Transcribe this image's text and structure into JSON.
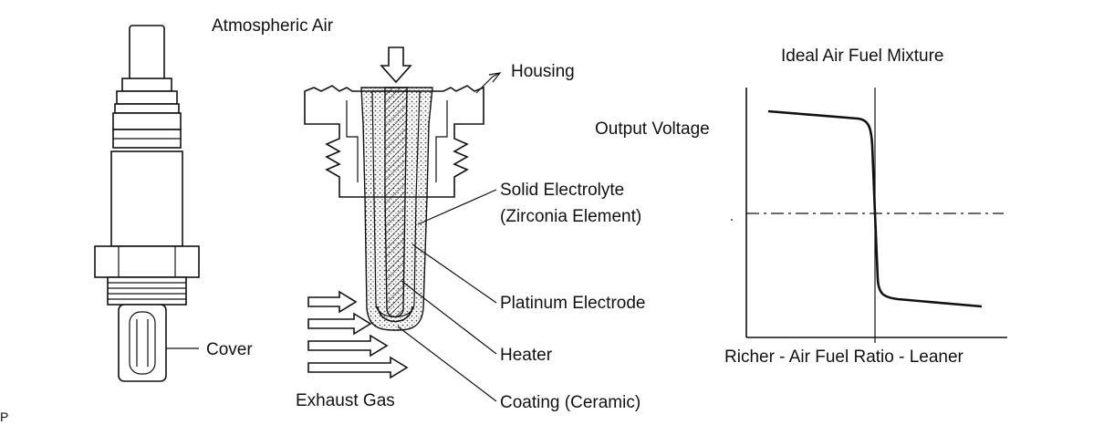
{
  "labels": {
    "atmospheric_air": "Atmospheric Air",
    "housing": "Housing",
    "solid_electrolyte_1": "Solid Electrolyte",
    "solid_electrolyte_2": "(Zirconia Element)",
    "platinum_electrode": "Platinum Electrode",
    "heater": "Heater",
    "coating": "Coating (Ceramic)",
    "exhaust_gas": "Exhaust Gas",
    "cover": "Cover",
    "corner_mark": "P"
  },
  "graph": {
    "title": "Ideal Air Fuel Mixture",
    "ylabel": "Output Voltage",
    "xlabel": "Richer - Air Fuel Ratio - Leaner"
  },
  "colors": {
    "line": "#111111",
    "background": "#ffffff"
  }
}
